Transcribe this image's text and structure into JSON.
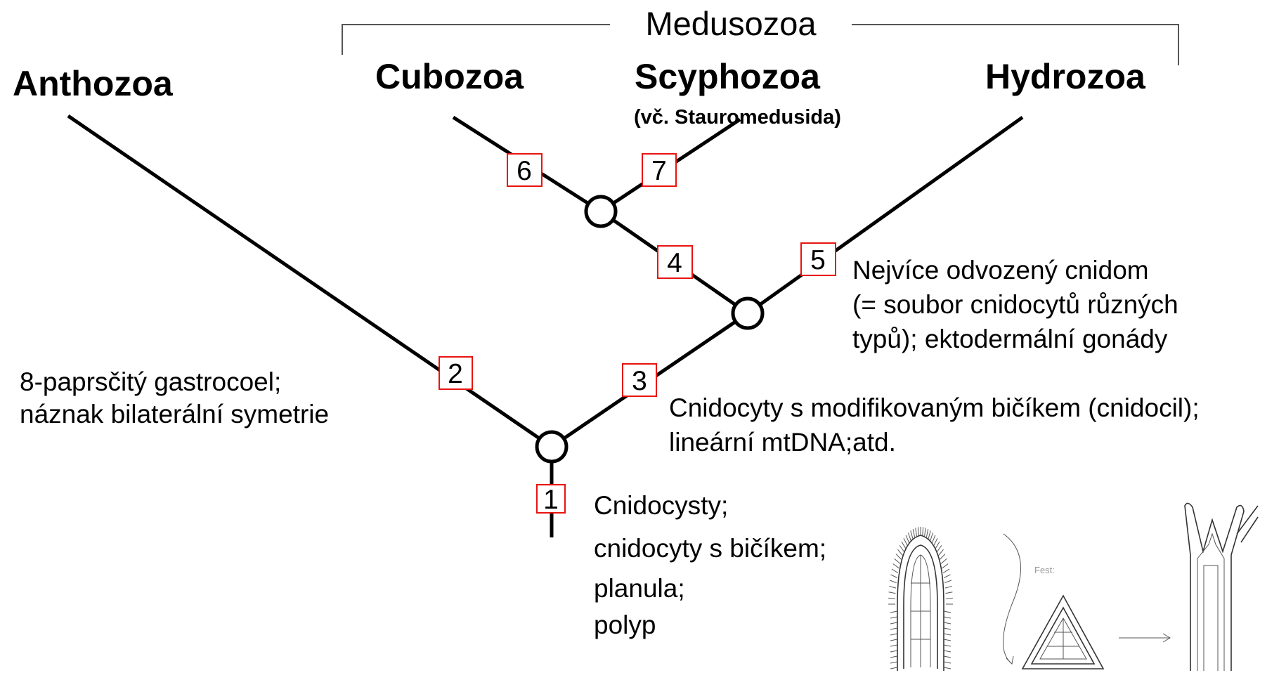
{
  "clade": {
    "label": "Medusozoa"
  },
  "taxa": {
    "anthozoa": "Anthozoa",
    "cubozoa": "Cubozoa",
    "scyphozoa": "Scyphozoa",
    "scyphozoa_note": "(vč. Stauromedusida)",
    "hydrozoa": "Hydrozoa"
  },
  "markers": [
    "1",
    "2",
    "3",
    "4",
    "5",
    "6",
    "7"
  ],
  "notes": {
    "m2": [
      "8-paprsčitý gastrocoel;",
      "náznak bilaterální symetrie"
    ],
    "m3": [
      "Cnidocyty s modifikovaným bičíkem (cnidocil);",
      "lineární mtDNA;atd."
    ],
    "m5": [
      "Nejvíce odvozený cnidom",
      "(= soubor cnidocytů různých",
      "typů); ektodermální gonády"
    ],
    "m1": [
      "Cnidocysty;",
      "cnidocyty s bičíkem;",
      "planula;",
      "polyp"
    ]
  },
  "illustration": {
    "faint_label": "Fest:"
  }
}
